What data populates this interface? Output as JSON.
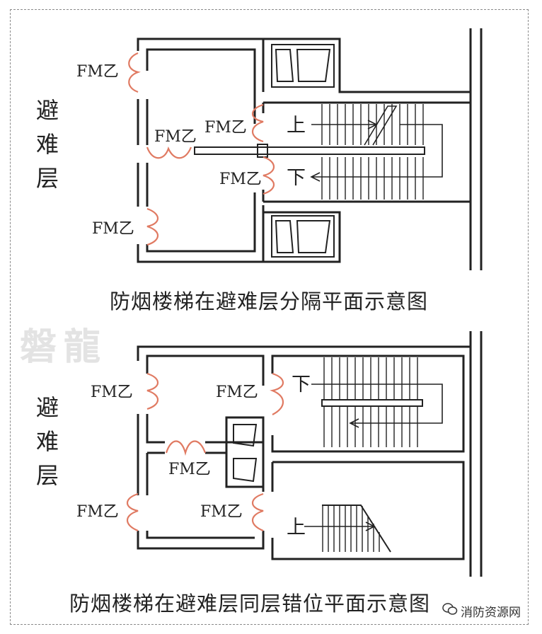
{
  "top_diagram": {
    "side_label": "避\n难\n层",
    "caption": "防烟楼梯在避难层分隔平面示意图",
    "door_labels": [
      "FM乙",
      "FM乙",
      "FM乙",
      "FM乙",
      "FM乙"
    ],
    "up_label": "上",
    "down_label": "下"
  },
  "bottom_diagram": {
    "side_label": "避\n难\n层",
    "caption": "防烟楼梯在避难层同层错位平面示意图",
    "door_labels": [
      "FM乙",
      "FM乙",
      "FM乙",
      "FM乙",
      "FM乙"
    ],
    "up_label": "上",
    "down_label": "下"
  },
  "watermark": "磐龍",
  "badge": {
    "icon": "wechat-icon",
    "text": "消防资源网"
  },
  "colors": {
    "wall": "#222222",
    "door": "#e07a62"
  }
}
